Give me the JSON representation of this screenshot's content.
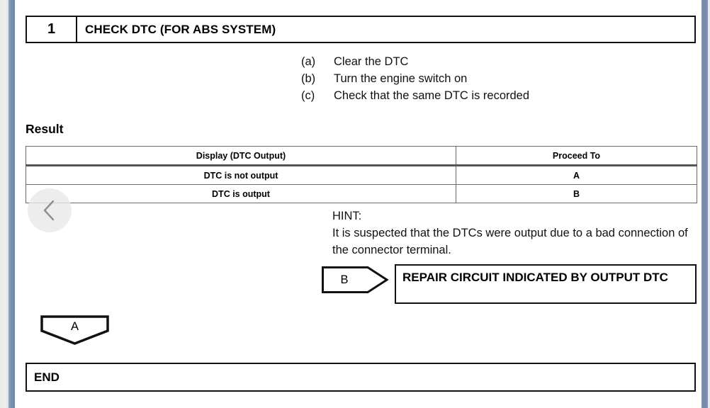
{
  "viewer": {
    "prev_button_icon": "chevron-left-icon"
  },
  "step": {
    "number": "1",
    "title": "CHECK DTC (FOR ABS SYSTEM)"
  },
  "procedure": [
    {
      "marker": "(a)",
      "text": "Clear the DTC"
    },
    {
      "marker": "(b)",
      "text": "Turn the engine switch on"
    },
    {
      "marker": "(c)",
      "text": "Check that the same DTC is recorded"
    }
  ],
  "result": {
    "label": "Result",
    "columns": [
      "Display (DTC Output)",
      "Proceed To"
    ],
    "rows": [
      [
        "DTC is not output",
        "A"
      ],
      [
        "DTC is output",
        "B"
      ]
    ]
  },
  "hint": {
    "title": "HINT:",
    "body": "It is suspected that the DTCs were output due to a bad connection of the connector terminal."
  },
  "connector_b": {
    "label": "B"
  },
  "repair": {
    "text": "REPAIR CIRCUIT INDICATED BY OUTPUT DTC"
  },
  "connector_a": {
    "label": "A"
  },
  "end": {
    "label": "END"
  },
  "colors": {
    "page_background": "#ffffff",
    "ink": "#111111",
    "rail": "#7b90ad",
    "table_border": "#6a6a6a",
    "prev_button_background": "#e9e9e9"
  }
}
